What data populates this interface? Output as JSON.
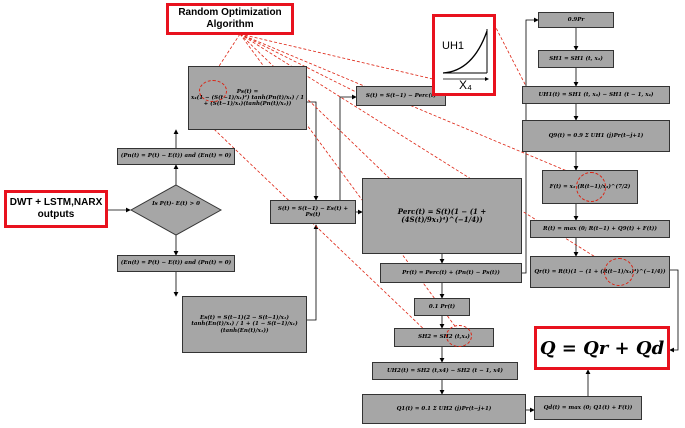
{
  "title_box": {
    "label": "Random Optimization Algorithm"
  },
  "input_box": {
    "label": "DWT + LSTM,NARX outputs"
  },
  "decision": {
    "label": "Is P(t)- E(t) > 0"
  },
  "curve_inset": {
    "y_label": "UH1",
    "x_label": "X₄"
  },
  "result_equation": {
    "label": "Q = Qr + Qd"
  },
  "boxes": {
    "ps_fraction": "x₄(1 − (S(t−1)/x₁)²) tanh(Pn(t)/x₁) / 1 + (S(t−1)/x₁)(tanh(Pn(t)/x₁))",
    "ps_label": "Ps(t) =",
    "pn_true": "(Pn(t) = P(t) − E(t)) and (En(t) = 0)",
    "en_false": "(En(t) = P(t) − E(t)) and (Pn(t) = 0)",
    "es": "Es(t) = S(t−1)(2 − S(t−1)/x₁) tanh(En(t)/x₁) / 1 + (1 − S(t−1)/x₁)(tanh(En(t)/x₁))",
    "storage": "S(t) = S(t−1) − Es(t) + Ps(t)",
    "s_perc": "S(t) = S(t−1) − Perc(t)",
    "perc": "Perc(t) = S(t)(1 − (1 + (4S(t)/9x₁)⁴)^(−1/4))",
    "pr": "Pr(t) = Perc(t) + (Pn(t) − Ps(t))",
    "p01": "0.1 Pr(t)",
    "sh2": "SH2 = SH2 (t,x₄)",
    "uh2": "UH2(t) = SH2 (t,x4) − SH2 (t − 1, x4)",
    "q1": "Q1(t) = 0.1 Σ UH2 (j)Pr(t−j+1)",
    "qd": "Qd(t) = max (0; Q1(t) + F(t))",
    "p09": "0.9Pr",
    "sh1": "SH1 = SH1 (t, x₄)",
    "uh1": "UH1(t) = SH1 (t, x₄) − SH1 (t − 1, x₄)",
    "q9": "Q9(t) = 0.9 Σ UH1 (j)Pr(t−j+1)",
    "f": "F(t) = x₂ (R(t−1)/x₃)^(7/2)",
    "r": "R(t) = max (0; R(t−1) + Q9(t) + F(t))",
    "qr": "Qr(t) = R(t)(1 − (1 + (R(t−1)/x₃)⁴)^(−1/4))"
  },
  "branch_labels": {
    "yes": "",
    "no": ""
  },
  "colors": {
    "box_fill": "#a6a6a6",
    "highlight": "#e8121e",
    "dashed_link": "#d21"
  }
}
